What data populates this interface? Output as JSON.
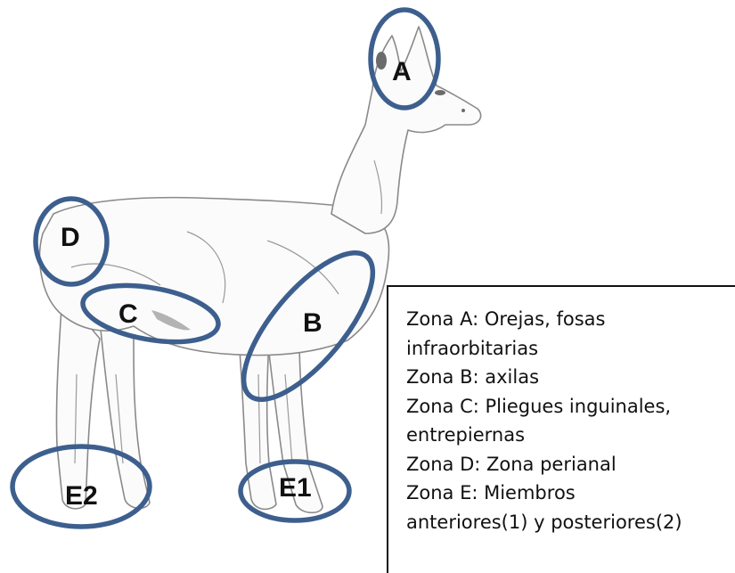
{
  "zones": [
    {
      "label": "A"
    },
    {
      "label": "B"
    },
    {
      "label": "C"
    },
    {
      "label": "D"
    },
    {
      "label": "E1"
    },
    {
      "label": "E2"
    }
  ],
  "legend": {
    "lines": [
      "Zona A: Orejas, fosas",
      "infraorbitarias",
      "Zona B: axilas",
      "Zona C: Pliegues inguinales,",
      "entrepiernas",
      "Zona D: Zona perianal",
      "Zona E: Miembros",
      "anteriores(1) y posteriores(2)"
    ]
  },
  "colors": {
    "ring": "#3d5f8e",
    "text": "#111111",
    "border": "#111111"
  }
}
